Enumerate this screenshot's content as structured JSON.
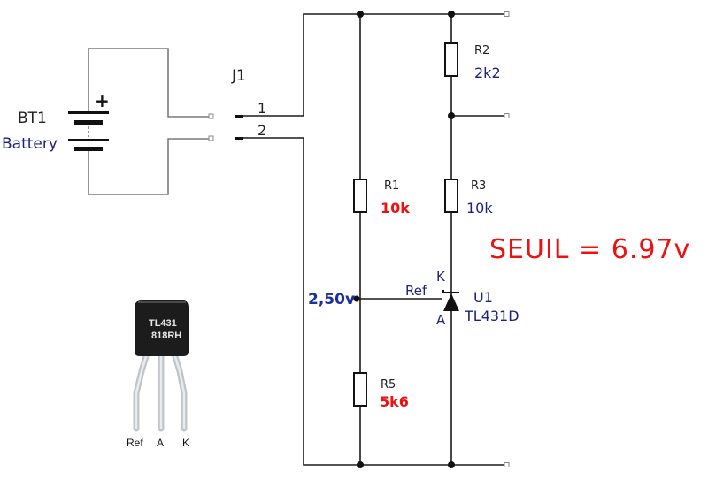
{
  "battery": {
    "ref": "BT1",
    "value": "Battery",
    "plus_sign": "+"
  },
  "connector": {
    "ref": "J1",
    "pins": [
      "1",
      "2"
    ]
  },
  "resistors": [
    {
      "ref": "R1",
      "value": "10k",
      "value_color": "#ee1111"
    },
    {
      "ref": "R2",
      "value": "2k2",
      "value_color": "#1a237e"
    },
    {
      "ref": "R3",
      "value": "10k",
      "value_color": "#1a237e"
    },
    {
      "ref": "R5",
      "value": "5k6",
      "value_color": "#ee1111"
    }
  ],
  "regulator": {
    "ref": "U1",
    "value": "TL431D",
    "pin_k": "K",
    "pin_a": "A",
    "pin_ref": "Ref"
  },
  "node_voltage": "2,50v",
  "threshold_note": "SEUIL = 6.97v",
  "package_photo": {
    "marking_line1": "TL431",
    "marking_line2": "818RH",
    "pins": [
      "Ref",
      "A",
      "K"
    ]
  },
  "colors": {
    "annotation_red": "#ee1111",
    "value_blue": "#1a237e",
    "voltage_blue": "#1a2fa0"
  }
}
